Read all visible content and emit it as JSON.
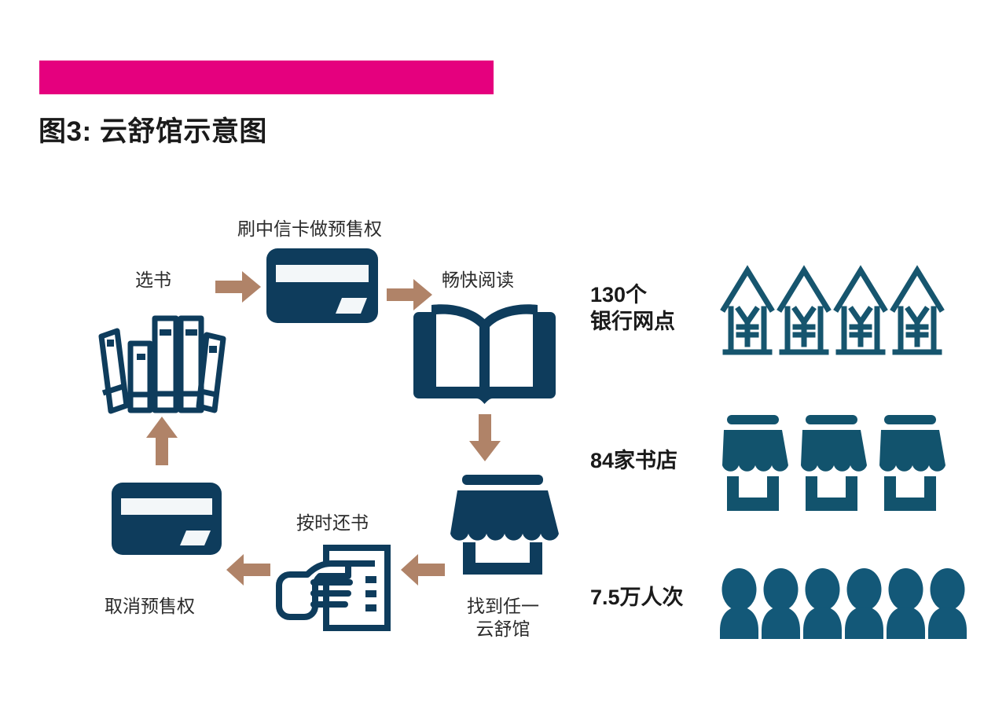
{
  "colors": {
    "accent_magenta": "#e5007e",
    "icon_navy": "#0e3c5c",
    "icon_teal": "#135878",
    "arrow_tan": "#b08368",
    "text_dark": "#231f20"
  },
  "header": {
    "title": "图3: 云舒馆示意图"
  },
  "flow": {
    "steps": [
      {
        "id": "select-book",
        "label": "选书",
        "icon": "books-icon"
      },
      {
        "id": "swipe-card",
        "label": "刷中信卡做预售权",
        "icon": "credit-card-icon"
      },
      {
        "id": "enjoy-reading",
        "label": "畅快阅读",
        "icon": "open-book-icon"
      },
      {
        "id": "find-yunshu-hall",
        "label": "找到任一\n云舒馆",
        "icon": "storefront-icon"
      },
      {
        "id": "return-book-ontime",
        "label": "按时还书",
        "icon": "hand-document-icon"
      },
      {
        "id": "cancel-presale",
        "label": "取消预售权",
        "icon": "credit-card-icon"
      }
    ],
    "arrows": [
      {
        "id": "arrow-select-to-card",
        "direction": "right"
      },
      {
        "id": "arrow-card-to-reading",
        "direction": "right"
      },
      {
        "id": "arrow-reading-to-shop",
        "direction": "down"
      },
      {
        "id": "arrow-shop-to-return",
        "direction": "left"
      },
      {
        "id": "arrow-return-to-cancel",
        "direction": "left"
      },
      {
        "id": "arrow-cancel-to-books",
        "direction": "up"
      }
    ]
  },
  "stats": [
    {
      "id": "bank-branches",
      "label": "130个\n银行网点",
      "icon": "house-yen-icon",
      "icon_count": 4
    },
    {
      "id": "bookstores",
      "label": "84家书店",
      "icon": "storefront-icon",
      "icon_count": 3
    },
    {
      "id": "visitors",
      "label": "7.5万人次",
      "icon": "person-icon",
      "icon_count": 6
    }
  ]
}
